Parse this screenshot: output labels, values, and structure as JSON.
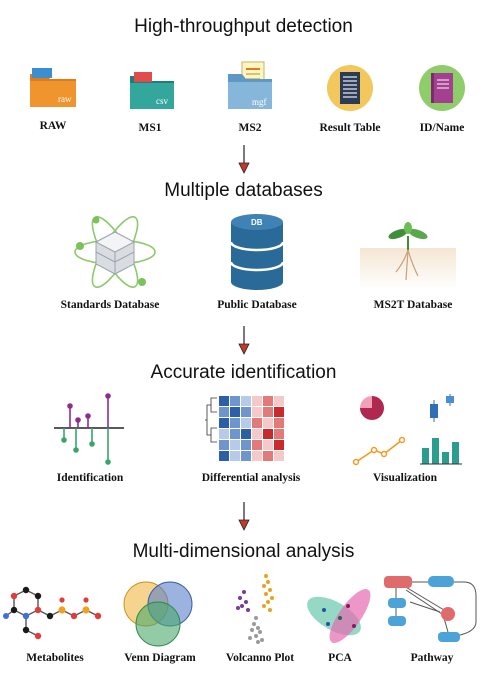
{
  "sections": [
    {
      "title": "High-throughput detection",
      "items": [
        "RAW",
        "MS1",
        "MS2",
        "Result Table",
        "ID/Name"
      ]
    },
    {
      "title": "Multiple databases",
      "items": [
        "Standards Database",
        "Public Database",
        "MS2T Database"
      ]
    },
    {
      "title": "Accurate identification",
      "items": [
        "Identification",
        "Differential analysis",
        "Visualization"
      ]
    },
    {
      "title": "Multi-dimensional analysis",
      "items": [
        "Metabolites",
        "Venn Diagram",
        "Volcanno Plot",
        "PCA",
        "Pathway"
      ]
    }
  ],
  "icons": {
    "raw": {
      "name": "folder-raw-icon",
      "tag": "raw"
    },
    "ms1": {
      "name": "folder-csv-icon",
      "tag": "csv"
    },
    "ms2": {
      "name": "folder-mgf-icon",
      "tag": "mgf"
    },
    "public_db": {
      "tag": "DB"
    }
  },
  "colors": {
    "arrow": "#c0392b",
    "folder_orange": "#e8892b",
    "folder_teal": "#2f9b93",
    "folder_blue": "#7fb1d6",
    "db_blue": "#1f5f8b",
    "purple": "#8e2d8e",
    "green": "#3aa56b"
  }
}
